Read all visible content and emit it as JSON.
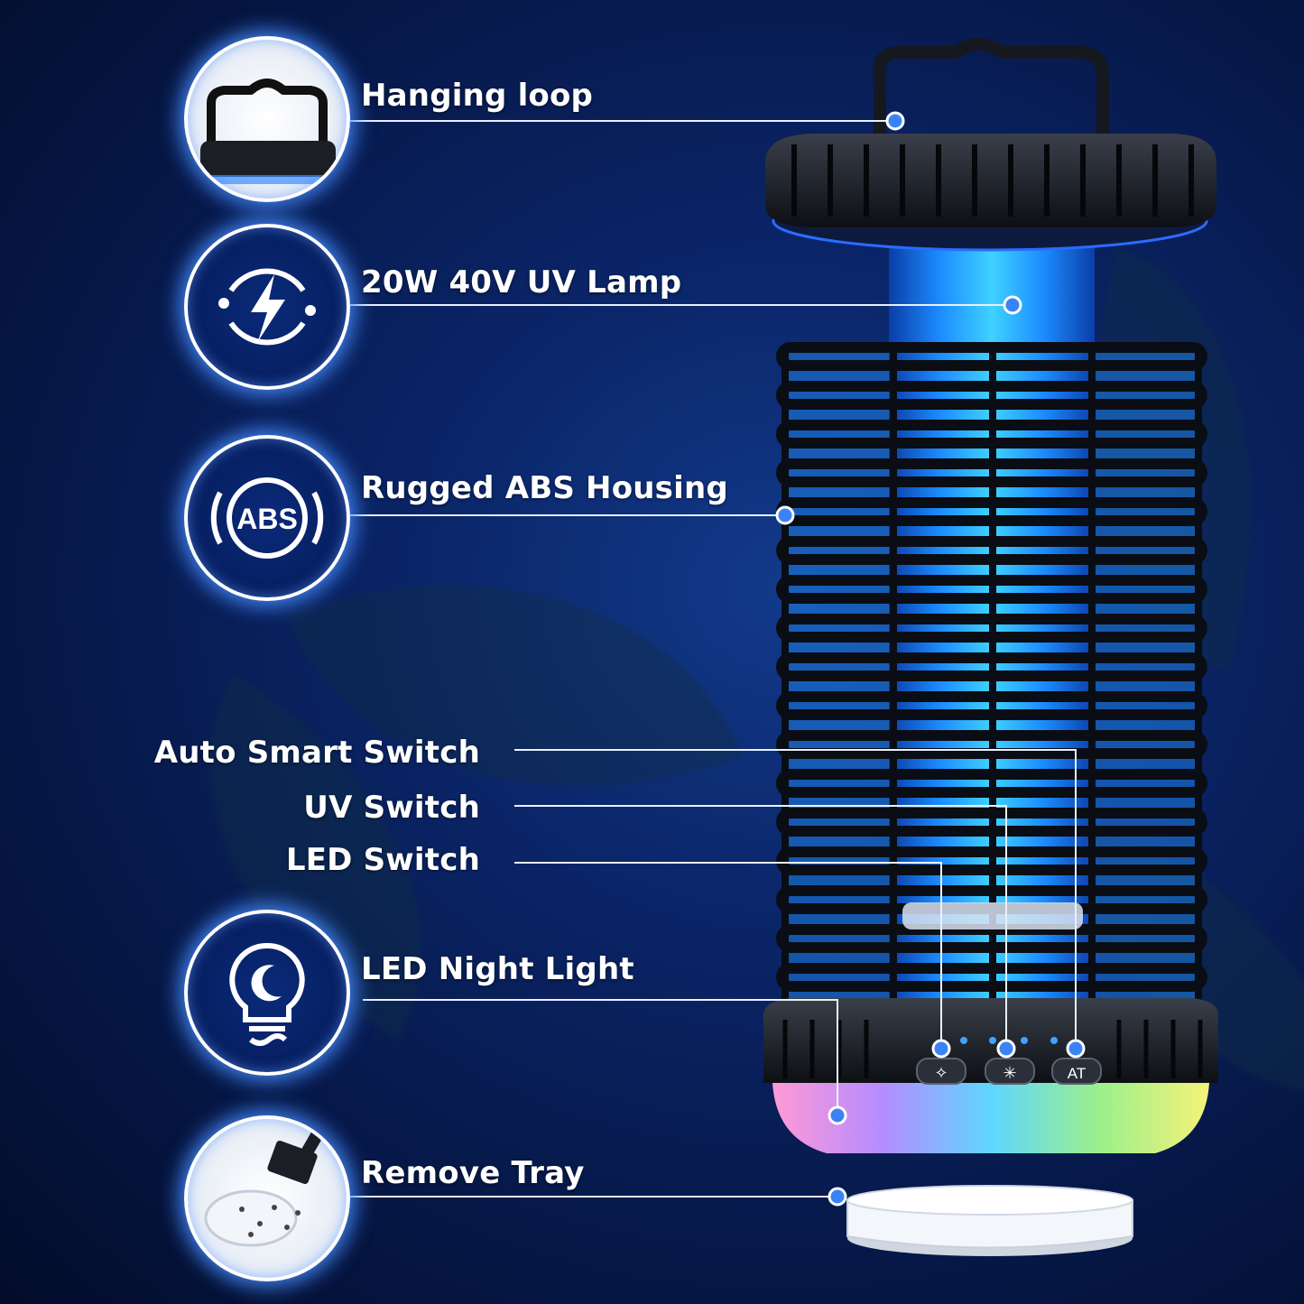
{
  "features": {
    "hanging_loop": "Hanging loop",
    "uv_lamp": "20W 40V UV Lamp",
    "housing": "Rugged ABS Housing",
    "auto_switch": "Auto Smart Switch",
    "uv_switch": "UV Switch",
    "led_switch": "LED Switch",
    "night_light": "LED Night Light",
    "remove_tray": "Remove Tray"
  },
  "icons": {
    "housing_badge_text": "ABS",
    "auto_button_text": "AT"
  },
  "colors": {
    "accent_glow": "#3d8bff",
    "uv_blue": "#1ea8ff",
    "callout_dot": "#3b82f6"
  }
}
